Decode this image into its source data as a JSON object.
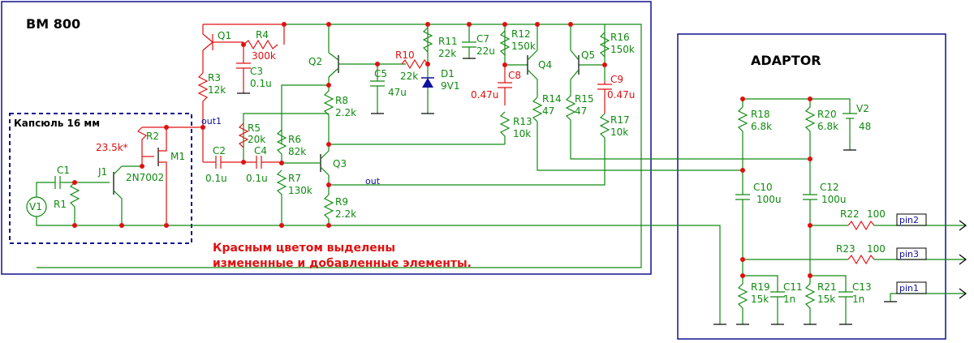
{
  "blocks": {
    "bm800": "BM 800",
    "adaptor": "ADAPTOR",
    "capsule": "Капсюль 16 мм"
  },
  "note": {
    "line1": "Красным цветом выделены",
    "line2": "измененные и добавленные элементы."
  },
  "nets": {
    "out1": "out1",
    "out": "out"
  },
  "pins": {
    "pin1": "pin1",
    "pin2": "pin2",
    "pin3": "pin3"
  },
  "parts": {
    "Q1": "Q1",
    "R4": "R4",
    "R4v": "300k",
    "C3": "C3",
    "C3v": "0.1u",
    "R3": "R3",
    "R3v": "12k",
    "Q2": "Q2",
    "R10": "R10",
    "R10v": "22k",
    "C5": "C5",
    "C5v": "47u",
    "R11": "R11",
    "R11v": "22k",
    "D1": "D1",
    "D1v": "9V1",
    "C7": "C7",
    "C7v": "22u",
    "R12": "R12",
    "R12v": "150k",
    "C8": "C8",
    "C8v": "0.47u",
    "Q4": "Q4",
    "R14": "R14",
    "R14v": "47",
    "R13": "R13",
    "R13v": "10k",
    "Q5": "Q5",
    "R16": "R16",
    "R16v": "150k",
    "C9": "C9",
    "C9v": "0.47u",
    "R15": "R15",
    "R15v": "47",
    "R17": "R17",
    "R17v": "10k",
    "R8": "R8",
    "R8v": "2.2k",
    "R5": "R5",
    "R5v": "20k",
    "R6": "R6",
    "R6v": "82k",
    "C2": "C2",
    "C2v": "0.1u",
    "C4": "C4",
    "C4v": "0.1u",
    "Q3": "Q3",
    "R7": "R7",
    "R7v": "130k",
    "R9": "R9",
    "R9v": "2.2k",
    "C1": "C1",
    "R1": "R1",
    "J1": "J1",
    "V1": "V1",
    "R2": "R2",
    "R2v": "23.5k*",
    "M1": "M1",
    "M1v": "2N7002",
    "R18": "R18",
    "R18v": "6.8k",
    "R20": "R20",
    "R20v": "6.8k",
    "V2": "V2",
    "V2v": "48",
    "C10": "C10",
    "C10v": "100u",
    "C12": "C12",
    "C12v": "100u",
    "R22": "R22",
    "R22v": "100",
    "R23": "R23",
    "R23v": "100",
    "R19": "R19",
    "R19v": "15k",
    "C11": "C11",
    "C11v": "1n",
    "R21": "R21",
    "R21v": "15k",
    "C13": "C13",
    "C13v": "1n"
  },
  "colors": {
    "wire": "#108a10",
    "changed": "#e01010",
    "frame": "#101090"
  }
}
